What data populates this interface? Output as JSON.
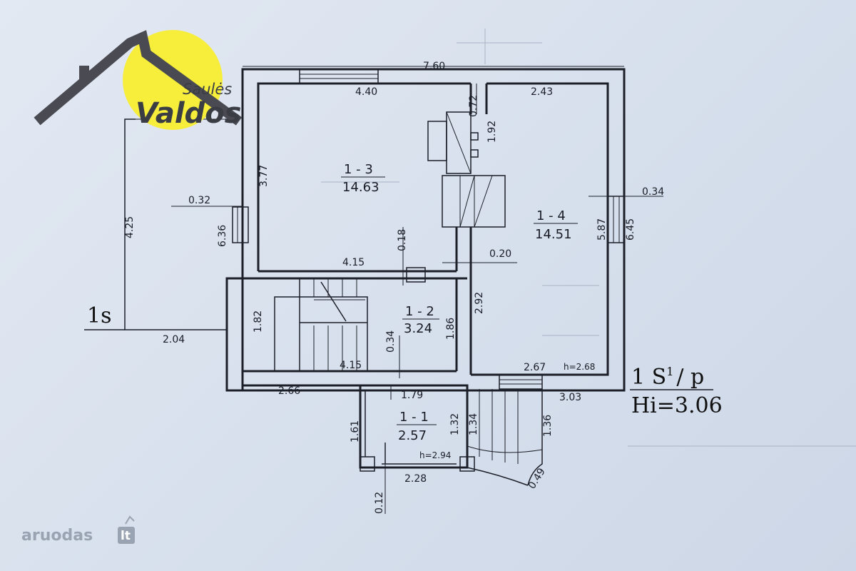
{
  "logo": {
    "line1": "Saulės",
    "line2": "Valdos",
    "accent_color": "#f6ee3a",
    "roof_color": "#4a4b52"
  },
  "watermark": {
    "name": "aruodas",
    "tld": "lt"
  },
  "plan": {
    "floor_label": "1s",
    "stamp_line1": "1 S",
    "stamp_sup": "1",
    "stamp_suffix": "/ p",
    "stamp_line2": "Hi=3.06",
    "rooms": [
      {
        "id": "1 - 3",
        "area": "14.63"
      },
      {
        "id": "1 - 4",
        "area": "14.51"
      },
      {
        "id": "1 - 2",
        "area": "3.24"
      },
      {
        "id": "1 - 1",
        "area": "2.57"
      }
    ],
    "heights": [
      "h=2.68",
      "h=2.94"
    ],
    "dimensions": [
      "7.60",
      "4.40",
      "0.72",
      "2.43",
      "1.92",
      "3.77",
      "0.32",
      "0.34",
      "4.25",
      "6.36",
      "5.87",
      "6.45",
      "0.18",
      "0.20",
      "4.15",
      "2.92",
      "1.82",
      "0.34",
      "1.86",
      "4.15",
      "2.04",
      "2.67",
      "3.03",
      "2.66",
      "1.79",
      "1.61",
      "1.32",
      "1.34",
      "1.36",
      "2.28",
      "0.49",
      "0.12"
    ]
  }
}
